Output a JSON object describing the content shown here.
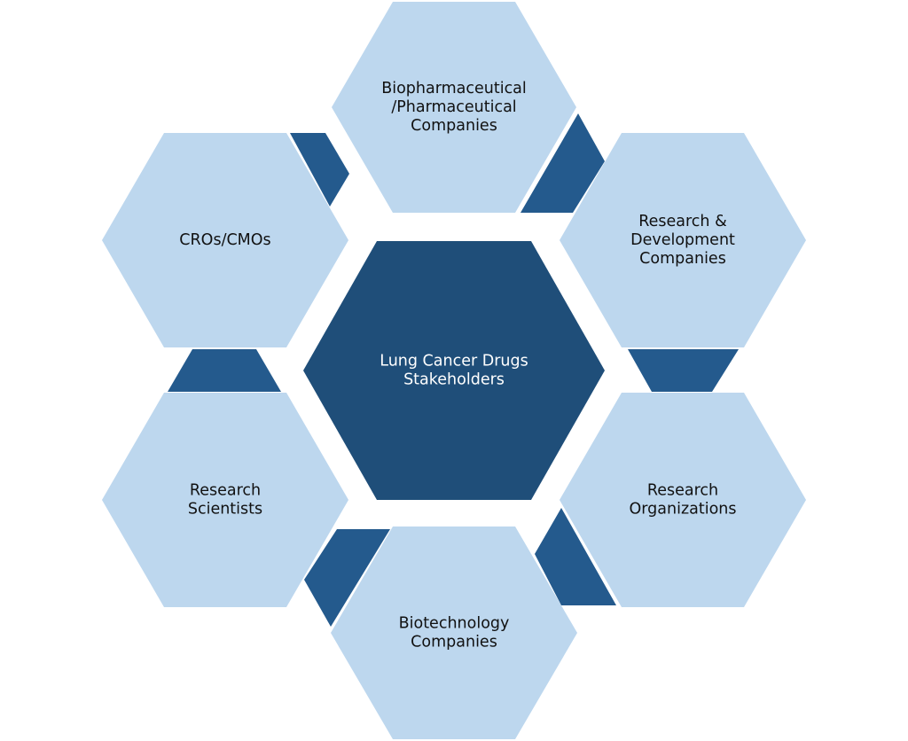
{
  "colors": {
    "background": "#ffffff",
    "hex_light": "#bdd7ee",
    "hex_center": "#1f4e79",
    "connector": "#245a8d",
    "text_dark": "#111111",
    "text_light": "#ffffff"
  },
  "center": {
    "label_lines": [
      "Lung Cancer Drugs",
      "Stakeholders"
    ]
  },
  "stakeholders": [
    {
      "id": "biopharma",
      "label_lines": [
        "Biopharmaceutical",
        "/Pharmaceutical",
        "Companies"
      ]
    },
    {
      "id": "rnd",
      "label_lines": [
        "Research &",
        "Development",
        "Companies"
      ]
    },
    {
      "id": "research-orgs",
      "label_lines": [
        "Research",
        "Organizations"
      ]
    },
    {
      "id": "biotech",
      "label_lines": [
        "Biotechnology",
        "Companies"
      ]
    },
    {
      "id": "scientists",
      "label_lines": [
        "Research",
        "Scientists"
      ]
    },
    {
      "id": "cros",
      "label_lines": [
        "CROs/CMOs"
      ]
    }
  ]
}
